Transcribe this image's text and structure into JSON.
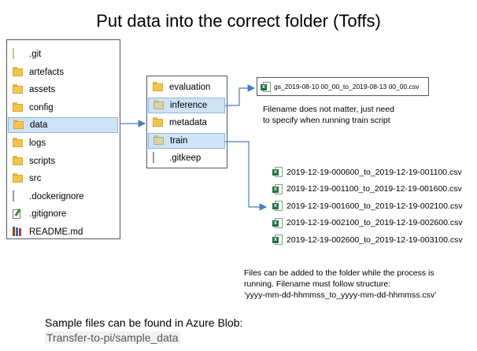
{
  "title": "Put data into the correct folder (Toffs)",
  "root_folder": {
    "items": [
      {
        "label": ".git",
        "icon": "file-icon",
        "kind": "file-beige"
      },
      {
        "label": "artefacts",
        "icon": "folder-icon",
        "kind": "folder"
      },
      {
        "label": "assets",
        "icon": "folder-icon",
        "kind": "folder"
      },
      {
        "label": "config",
        "icon": "folder-icon",
        "kind": "folder"
      },
      {
        "label": "data",
        "icon": "folder-icon",
        "kind": "folder",
        "selected": true
      },
      {
        "label": "logs",
        "icon": "folder-icon",
        "kind": "folder"
      },
      {
        "label": "scripts",
        "icon": "folder-icon",
        "kind": "folder"
      },
      {
        "label": "src",
        "icon": "folder-icon",
        "kind": "folder"
      },
      {
        "label": ".dockerignore",
        "icon": "file-icon",
        "kind": "file"
      },
      {
        "label": ".gitignore",
        "icon": "notepad-icon",
        "kind": "notepad"
      },
      {
        "label": "README.md",
        "icon": "books-icon",
        "kind": "books"
      }
    ]
  },
  "data_folder": {
    "items": [
      {
        "label": "evaluation",
        "icon": "folder-icon",
        "kind": "folder"
      },
      {
        "label": "inference",
        "icon": "folder-icon",
        "kind": "folder-gray",
        "selected": true
      },
      {
        "label": "metadata",
        "icon": "folder-icon",
        "kind": "folder"
      },
      {
        "label": "train",
        "icon": "folder-icon",
        "kind": "folder-gray",
        "selected": true
      },
      {
        "label": ".gitkeep",
        "icon": "file-icon",
        "kind": "file"
      }
    ]
  },
  "inference_file": {
    "label": "gs_2019-08-10 00_00_to_2019-08-13 00_00.csv",
    "icon": "excel-csv-icon"
  },
  "inference_note": {
    "line1": "Filename does not matter, just need",
    "line2": "to specify when running train script"
  },
  "train_files": [
    "2019-12-19-000600_to_2019-12-19-001100.csv",
    "2019-12-19-001100_to_2019-12-19-001600.csv",
    "2019-12-19-001600_to_2019-12-19-002100.csv",
    "2019-12-19-002100_to_2019-12-19-002600.csv",
    "2019-12-19-002600_to_2019-12-19-003100.csv"
  ],
  "train_note": {
    "line1": "Files can be added to the folder while the process is",
    "line2": "running. Filename must follow structure:",
    "line3": "‘yyyy-mm-dd-hhmmss_to_yyyy-mm-dd-hhmmss.csv’"
  },
  "sample": {
    "text": "Sample files can be found in Azure Blob:",
    "path": "Transfer-to-pi/sample_data"
  },
  "colors": {
    "folder": "#f5c44f",
    "folder_gray": "#d9d3a6",
    "selection": "#cfe3f6",
    "selection_border": "#8db6dd",
    "arrow": "#4a7ebb",
    "excel": "#1e7145"
  }
}
